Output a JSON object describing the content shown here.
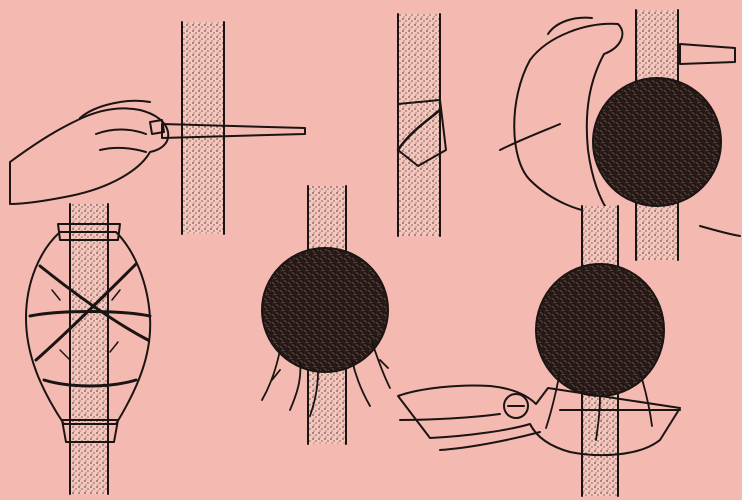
{
  "colors": {
    "background": "#f4b9b0",
    "ink": "#1a1412",
    "stem_fill": "#f6c6bd",
    "moss": "#231a18"
  },
  "panels": [
    {
      "id": "incision",
      "icon": "knife-hand-icon"
    },
    {
      "id": "bark-flap",
      "icon": "bark-cut-icon"
    },
    {
      "id": "moss-packing",
      "icon": "moss-ball-hand-icon"
    },
    {
      "id": "wrapped-bundle",
      "icon": "wrapped-bundle-icon"
    },
    {
      "id": "rooted-ball",
      "icon": "rooted-moss-ball-icon"
    },
    {
      "id": "severing",
      "icon": "pruning-shears-icon"
    }
  ]
}
